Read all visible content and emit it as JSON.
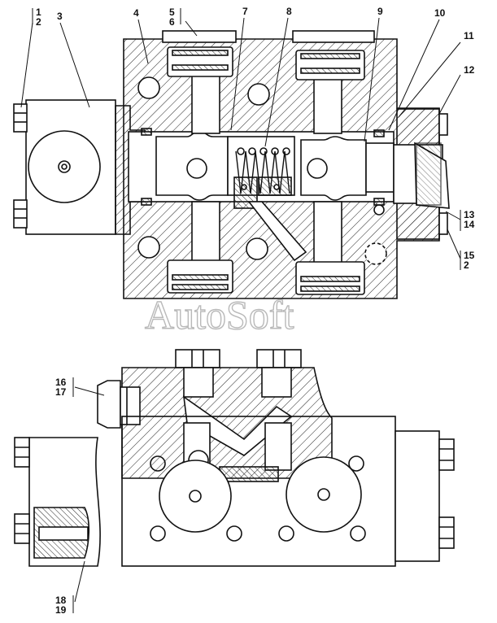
{
  "watermark": "AutoSoft",
  "callouts": {
    "c1": "1",
    "c2": "2",
    "c3": "3",
    "c4": "4",
    "c5": "5",
    "c6": "6",
    "c7": "7",
    "c8": "8",
    "c9": "9",
    "c10": "10",
    "c11": "11",
    "c12": "12",
    "c13": "13",
    "c14": "14",
    "c15": "15",
    "c15b": "2",
    "c16": "16",
    "c17": "17",
    "c18": "18",
    "c19": "19"
  }
}
